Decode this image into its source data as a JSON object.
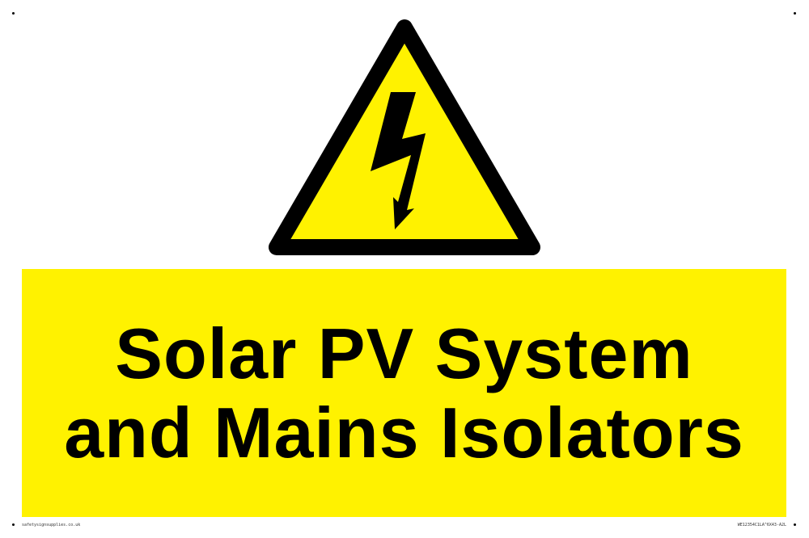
{
  "sign": {
    "line1": "Solar PV System",
    "line2": "and Mains Isolators",
    "icon": "electrical-hazard-warning-icon",
    "yellow": "#fff200",
    "black": "#000000"
  },
  "footer": {
    "website": "safetysignsupplies.co.uk",
    "product_code": "WE12354C1LA^6X43-A2L"
  }
}
